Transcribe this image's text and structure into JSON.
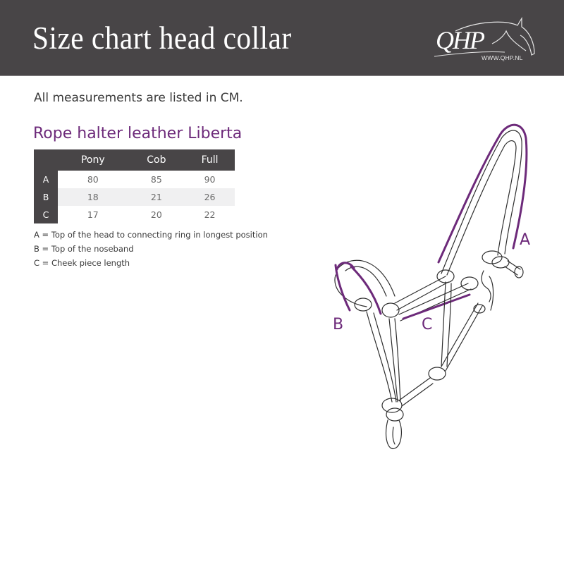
{
  "header": {
    "title": "Size chart head collar",
    "logo": {
      "brand": "QHP",
      "url_text": "WWW.QHP.NL",
      "icon": "horse-head-icon"
    },
    "background_color": "#484547"
  },
  "intro_text": "All measurements are listed in CM.",
  "product": {
    "title": "Rope halter leather Liberta",
    "accent_color": "#6d2a7a"
  },
  "size_table": {
    "columns": [
      "Pony",
      "Cob",
      "Full"
    ],
    "rows": [
      {
        "label": "A",
        "values": [
          "80",
          "85",
          "90"
        ]
      },
      {
        "label": "B",
        "values": [
          "18",
          "21",
          "26"
        ]
      },
      {
        "label": "C",
        "values": [
          "17",
          "20",
          "22"
        ]
      }
    ]
  },
  "legend": [
    "A = Top of the head to connecting ring in longest position",
    "B = Top of the noseband",
    "C = Cheek piece length"
  ],
  "diagram": {
    "labels": {
      "a": "A",
      "b": "B",
      "c": "C"
    },
    "icon": "rope-halter-illustration"
  }
}
